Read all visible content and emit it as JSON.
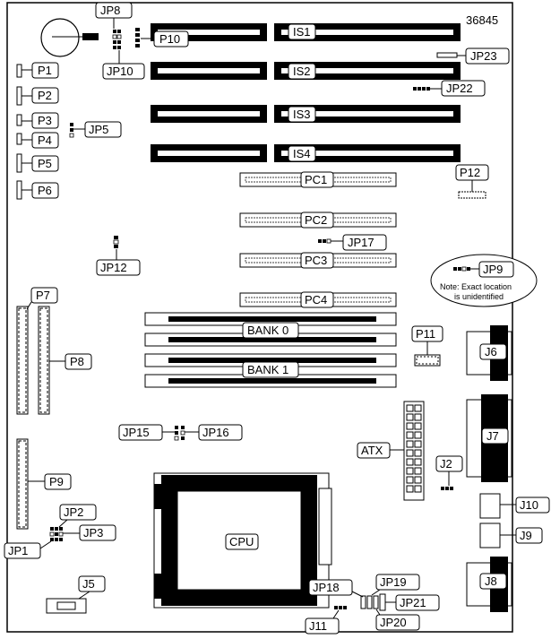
{
  "board_id": "36845",
  "labels": {
    "jp8": "JP8",
    "p10": "P10",
    "jp10": "JP10",
    "is1": "IS1",
    "is2": "IS2",
    "is3": "IS3",
    "is4": "IS4",
    "jp23": "JP23",
    "jp22": "JP22",
    "p1": "P1",
    "p2": "P2",
    "p3": "P3",
    "p4": "P4",
    "jp5": "JP5",
    "p5": "P5",
    "p6": "P6",
    "pc1": "PC1",
    "pc2": "PC2",
    "pc3": "PC3",
    "pc4": "PC4",
    "p12": "P12",
    "jp17": "JP17",
    "jp12": "JP12",
    "jp9": "JP9",
    "p7": "P7",
    "p8": "P8",
    "bank0": "BANK 0",
    "bank1": "BANK 1",
    "p11": "P11",
    "j6": "J6",
    "j7": "J7",
    "jp15": "JP15",
    "jp16": "JP16",
    "atx": "ATX",
    "j2": "J2",
    "p9": "P9",
    "jp2": "JP2",
    "jp3": "JP3",
    "jp1": "JP1",
    "cpu": "CPU",
    "j10": "J10",
    "j9": "J9",
    "j8": "J8",
    "j5": "J5",
    "jp18": "JP18",
    "jp19": "JP19",
    "jp21": "JP21",
    "jp20": "JP20",
    "j11": "J11"
  },
  "note": {
    "line1": "Note: Exact location",
    "line2": "is unidentified"
  }
}
